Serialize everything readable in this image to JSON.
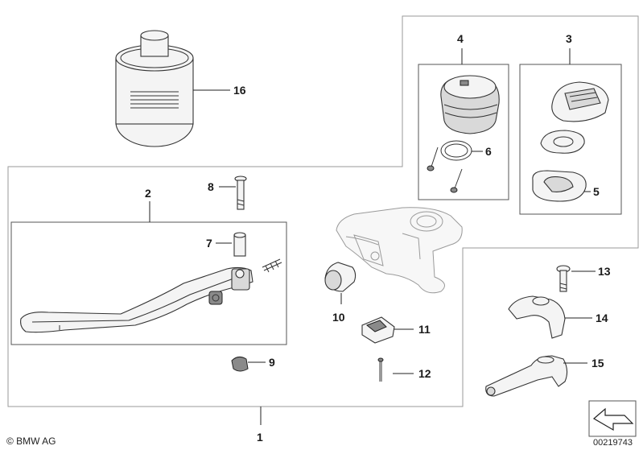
{
  "callouts": {
    "c1": "1",
    "c2": "2",
    "c3": "3",
    "c4": "4",
    "c5": "5",
    "c6": "6",
    "c7": "7",
    "c8": "8",
    "c9": "9",
    "c10": "10",
    "c11": "11",
    "c12": "12",
    "c13": "13",
    "c14": "14",
    "c15": "15",
    "c16": "16"
  },
  "footer": {
    "copyright": "© BMW AG",
    "document_id": "00219743"
  },
  "colors": {
    "line": "#333333",
    "frame": "#9a9a9a",
    "shade": "#d9d9d9"
  }
}
